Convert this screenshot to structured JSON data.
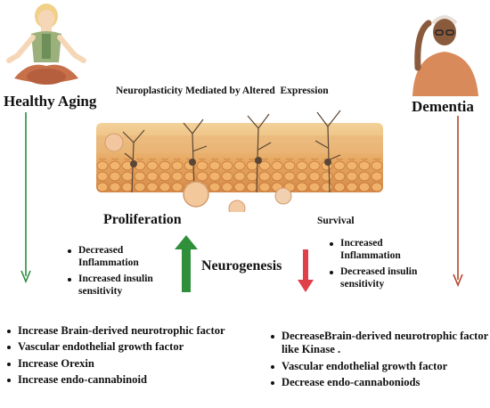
{
  "left": {
    "title": "Healthy Aging",
    "stage_label": "Proliferation",
    "mechanisms": [
      "Decreased Inflammation",
      "Increased insulin sensitivity"
    ],
    "factors": [
      "Increase Brain-derived neurotrophic factor",
      "Vascular endothelial growth factor",
      "Increase Orexin",
      "Increase endo-cannabinoid"
    ],
    "arrow_color": "#2e8b3e"
  },
  "right": {
    "title": "Dementia",
    "stage_label": "Survival",
    "mechanisms": [
      "Increased Inflammation",
      "Decreased insulin sensitivity"
    ],
    "factors": [
      "DecreaseBrain-derived neurotrophic factor like Kinase .",
      "Vascular endothelial growth factor",
      "Decrease endo-cannaboniods"
    ],
    "arrow_color": "#b5432a"
  },
  "center": {
    "title": "Neuroplasticity Mediated by Altered  Expression",
    "process_label": "Neurogenesis",
    "up_arrow_color": "#2f8f3a",
    "down_arrow_color": "#e0404a"
  }
}
